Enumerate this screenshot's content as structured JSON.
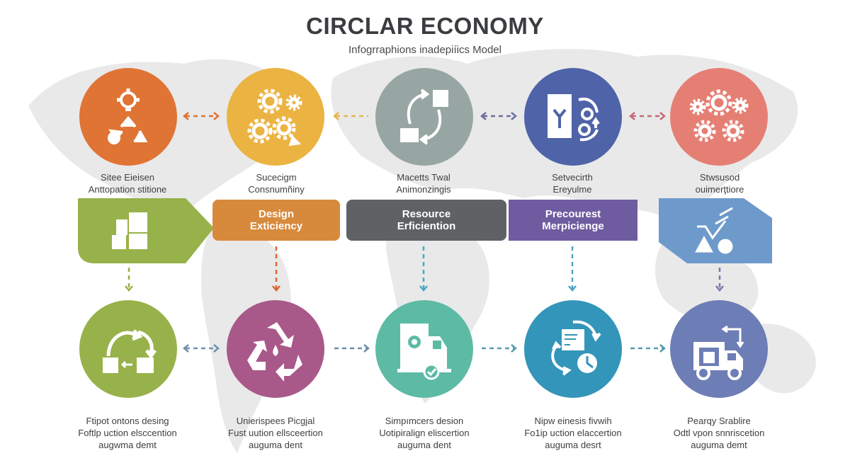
{
  "header": {
    "title": "CIRCLAR ECONOMY",
    "subtitle": "Infogrraphions inadepiíics Model"
  },
  "colors": {
    "orange": "#E07434",
    "yellow": "#EBB342",
    "gray": "#97A6A2",
    "blue": "#4F63A8",
    "salmon": "#E57F74",
    "green": "#97B24A",
    "design_band": "#D88A3C",
    "resource_band": "#5E6264",
    "precourest_band": "#6F5CA0",
    "light_blue_band": "#6E9ACB",
    "magenta": "#A9588A",
    "teal": "#5DBBA5",
    "cyan": "#3395B9",
    "periwinkle": "#6D7DB6",
    "map": "#E8E8E8"
  },
  "top_row": [
    {
      "icon": "lightbulb-gear-recycle-icon",
      "label_line1": "Sitee Eieisen",
      "label_line2": "Anttopation stitione"
    },
    {
      "icon": "gears-icon",
      "label_line1": "Sucecigm",
      "label_line2": "Consnumñiny"
    },
    {
      "icon": "exchange-cycle-icon",
      "label_line1": "Macetts Twal",
      "label_line2": "Animonzingis"
    },
    {
      "icon": "plant-container-cycle-icon",
      "label_line1": "Setvecirth",
      "label_line2": "Ereyulme"
    },
    {
      "icon": "linked-gears-icon",
      "label_line1": "Stwsusod",
      "label_line2": "ouimerţtiore"
    }
  ],
  "middle_band": [
    {
      "icon": "stacked-boxes-icon"
    },
    {
      "line1": "Design",
      "line2": "Exticiency"
    },
    {
      "line1": "Resource",
      "line2": "Erficiention"
    },
    {
      "line1": "Precourest",
      "line2": "Merpicienge"
    },
    {
      "icon": "nature-elements-icon"
    }
  ],
  "bottom_row": [
    {
      "icon": "process-cycle-icon",
      "label_line1": "Ftipot ontons desing",
      "label_line2": "Foftlp uction elsccention",
      "label_line3": "augwma demt"
    },
    {
      "icon": "recycle-water-icon",
      "label_line1": "Unierispees Picgjal",
      "label_line2": "Fust uution ellsceertion",
      "label_line3": "auguma dent"
    },
    {
      "icon": "factory-truck-icon",
      "label_line1": "Simpımcers desion",
      "label_line2": "Uotipiralign eliscertion",
      "label_line3": "auguma dent"
    },
    {
      "icon": "document-clock-cycle-icon",
      "label_line1": "Nipw einesis fivwih",
      "label_line2": "Fo1ip uction elaccertion",
      "label_line3": "auguma desrt"
    },
    {
      "icon": "delivery-truck-icon",
      "label_line1": "Pearqy Srablire",
      "label_line2": "Odtl vpon snnriscetion",
      "label_line3": "auguma demt"
    }
  ]
}
